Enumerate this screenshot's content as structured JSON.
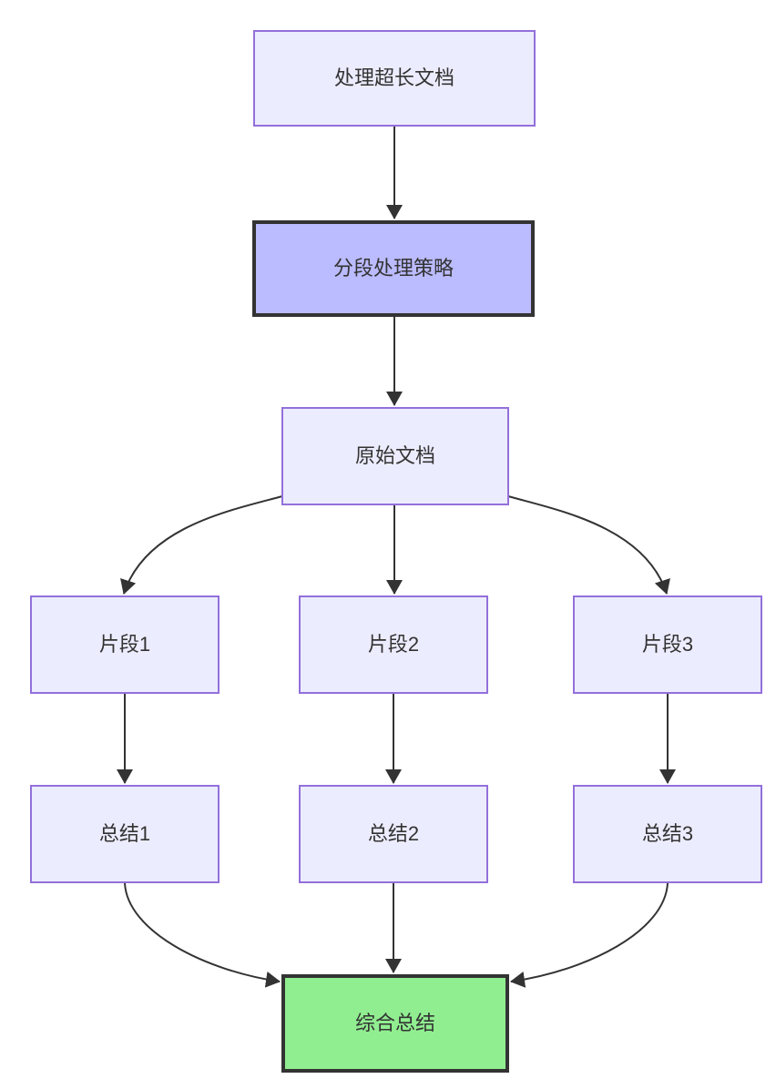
{
  "diagram": {
    "type": "flowchart",
    "direction": "top-down",
    "nodes": [
      {
        "id": "A",
        "label": "处理超长文档",
        "kind": "default"
      },
      {
        "id": "B",
        "label": "分段处理策略",
        "kind": "highlight"
      },
      {
        "id": "C",
        "label": "原始文档",
        "kind": "default"
      },
      {
        "id": "D",
        "label": "片段1",
        "kind": "default"
      },
      {
        "id": "E",
        "label": "片段2",
        "kind": "default"
      },
      {
        "id": "F",
        "label": "片段3",
        "kind": "default"
      },
      {
        "id": "G",
        "label": "总结1",
        "kind": "default"
      },
      {
        "id": "H",
        "label": "总结2",
        "kind": "default"
      },
      {
        "id": "I",
        "label": "总结3",
        "kind": "default"
      },
      {
        "id": "J",
        "label": "综合总结",
        "kind": "success"
      }
    ],
    "edges": [
      {
        "from": "A",
        "to": "B"
      },
      {
        "from": "B",
        "to": "C"
      },
      {
        "from": "C",
        "to": "D"
      },
      {
        "from": "C",
        "to": "E"
      },
      {
        "from": "C",
        "to": "F"
      },
      {
        "from": "D",
        "to": "G"
      },
      {
        "from": "E",
        "to": "H"
      },
      {
        "from": "F",
        "to": "I"
      },
      {
        "from": "G",
        "to": "J"
      },
      {
        "from": "H",
        "to": "J"
      },
      {
        "from": "I",
        "to": "J"
      }
    ]
  },
  "colors": {
    "background": "#FFFFFF",
    "node_fill": "#ECECFF",
    "node_border": "#9370DB",
    "highlight_fill": "#BBBBFF",
    "success_fill": "#90EE90",
    "dark_border": "#333333",
    "edge_stroke": "#333333",
    "text": "#333333"
  }
}
